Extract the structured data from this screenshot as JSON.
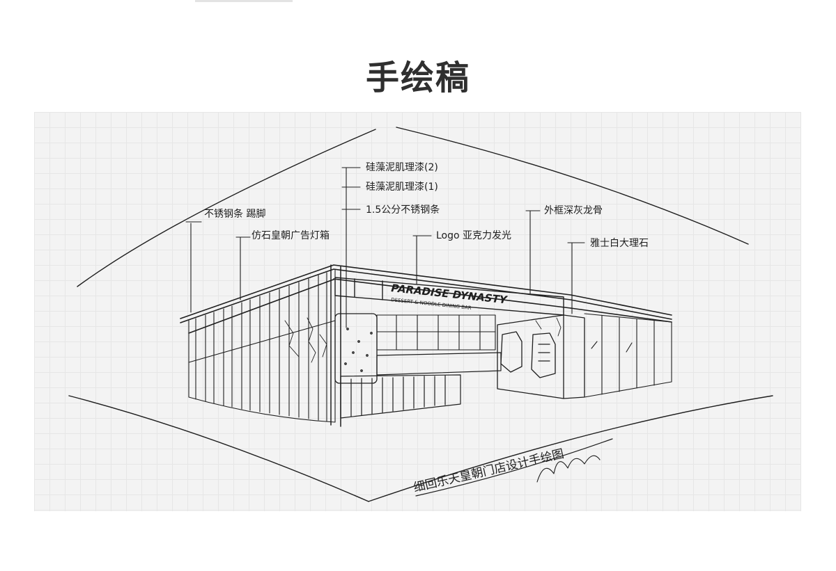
{
  "page": {
    "title": "手绘稿"
  },
  "sketch": {
    "annotations": {
      "diatom_mud_2": "硅藻泥肌理漆(2)",
      "diatom_mud_1": "硅藻泥肌理漆(1)",
      "steel_strip": "1.5公分不锈钢条",
      "stainless_rail": "不锈钢条 踢脚",
      "emperor_ad": "仿石皇朝广告灯箱",
      "logo_sign": "Logo 亚克力发光",
      "outer_frame": "外框深灰龙骨",
      "stone": "雅士白大理石"
    },
    "sign_line1": "PARADISE DYNASTY",
    "sign_line2": "DESSERT & NOODLE DINING BAR",
    "caption": "细回乐天皇朝门店设计手绘图"
  }
}
